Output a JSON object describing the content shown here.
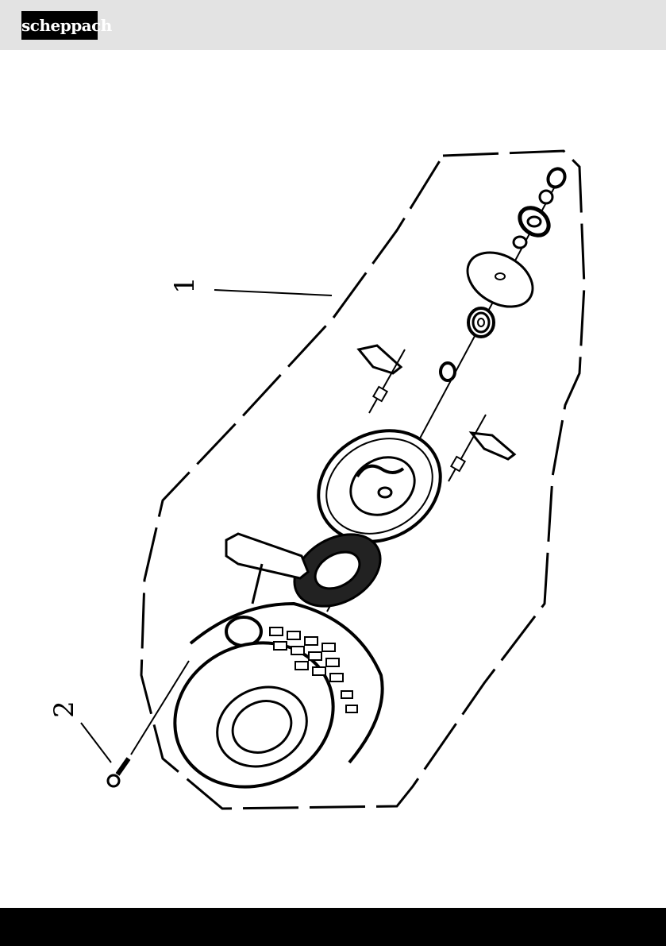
{
  "header": {
    "brand": "scheppach",
    "brand_color": "#000000",
    "band_color": "#e3e3e3"
  },
  "figure": {
    "callouts": [
      {
        "id": "1",
        "label": "1"
      },
      {
        "id": "2",
        "label": "2"
      }
    ]
  },
  "footer": {
    "color": "#000000"
  }
}
